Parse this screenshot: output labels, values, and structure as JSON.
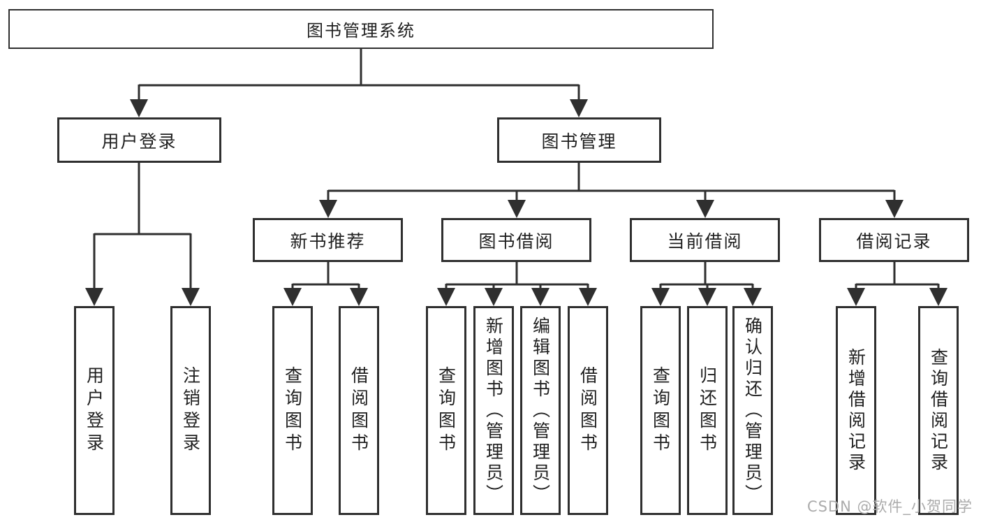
{
  "diagram": {
    "root": "图书管理系统",
    "branches": [
      {
        "label": "用户登录",
        "children": [
          "用户登录",
          "注销登录"
        ]
      },
      {
        "label": "图书管理",
        "sections": [
          {
            "label": "新书推荐",
            "children": [
              "查询图书",
              "借阅图书"
            ]
          },
          {
            "label": "图书借阅",
            "children": [
              "查询图书",
              "新增图书（管理员）",
              "编辑图书（管理员）",
              "借阅图书"
            ]
          },
          {
            "label": "当前借阅",
            "children": [
              "查询图书",
              "归还图书",
              "确认归还（管理员）"
            ]
          },
          {
            "label": "借阅记录",
            "children": [
              "新增借阅记录",
              "查询借阅记录"
            ]
          }
        ]
      }
    ]
  },
  "watermark": "CSDN @软件_小贺同学",
  "colors": {
    "line": "#2f2f2f",
    "text": "#1f1f1f",
    "background": "#ffffff",
    "watermark": "#ababab"
  }
}
